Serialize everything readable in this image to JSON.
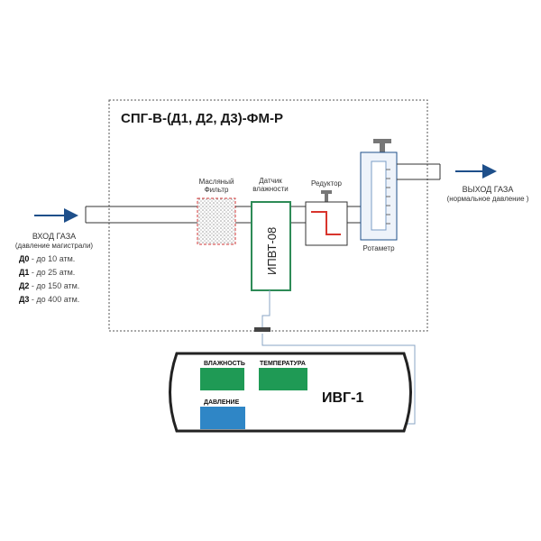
{
  "system": {
    "title": "СПГ-В-(Д1, Д2, Д3)-ФМ-Р"
  },
  "inlet": {
    "label": "ВХОД ГАЗА",
    "sublabel": "(давление магистрали)",
    "ranges": [
      {
        "code": "Д0",
        "text": " - до 10 атм."
      },
      {
        "code": "Д1",
        "text": " - до 25 атм."
      },
      {
        "code": "Д2",
        "text": " - до 150 атм."
      },
      {
        "code": "Д3",
        "text": " - до 400 атм."
      }
    ]
  },
  "outlet": {
    "label": "ВЫХОД ГАЗА",
    "sublabel": "(нормальное давление )"
  },
  "components": {
    "filter_line1": "Масляный",
    "filter_line2": "Фильтр",
    "sensor_line1": "Датчик",
    "sensor_line2": "влажности",
    "sensor_box": "ИПВТ-08",
    "reducer": "Редуктор",
    "rotameter": "Ротаметр"
  },
  "device": {
    "name": "ИВГ-1",
    "humidity": "ВЛАЖНОСТЬ",
    "temperature": "ТЕМПЕРАТУРА",
    "pressure": "ДАВЛЕНИЕ"
  },
  "colors": {
    "pipe": "#333333",
    "sensor_green": "#2e8b57",
    "display_green": "#1f9a55",
    "display_blue": "#2f86c6",
    "arrow": "#1e4f8a",
    "filter_red": "#d33a3a",
    "reducer_red": "#d8342c"
  }
}
